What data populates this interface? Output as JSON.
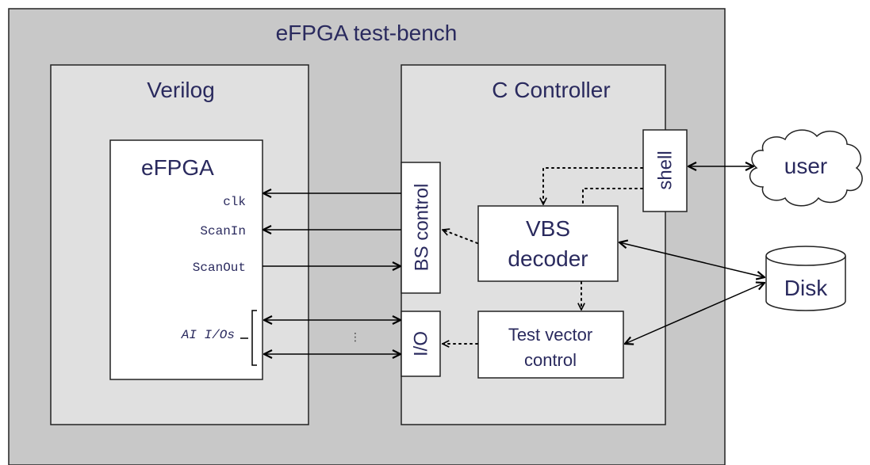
{
  "testbench": {
    "title": "eFPGA test-bench"
  },
  "verilog": {
    "title": "Verilog",
    "efpga": {
      "title": "eFPGA",
      "ports": {
        "clk": "clk",
        "scanin": "ScanIn",
        "scanout": "ScanOut",
        "ai_ios": "AI I/Os"
      }
    }
  },
  "controller": {
    "title": "C Controller",
    "bs_control": "BS control",
    "io": "I/O",
    "shell": "shell",
    "vbs_decoder": {
      "line1": "VBS",
      "line2": "decoder"
    },
    "test_vector_control": {
      "line1": "Test vector",
      "line2": "control"
    }
  },
  "external": {
    "user": "user",
    "disk": "Disk"
  },
  "io_ellipsis": "⋮"
}
